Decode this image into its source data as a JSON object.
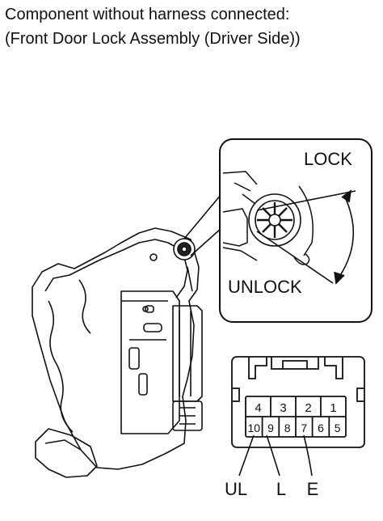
{
  "caption": {
    "line1": "Component without harness connected:",
    "line2": "(Front Door Lock Assembly (Driver Side))"
  },
  "detail_view": {
    "lock_label": "LOCK",
    "unlock_label": "UNLOCK"
  },
  "connector": {
    "top_row": [
      "4",
      "3",
      "2",
      "1"
    ],
    "bottom_row": [
      "10",
      "9",
      "8",
      "7",
      "6",
      "5"
    ],
    "terminal_labels": [
      {
        "label": "UL",
        "pin": "10"
      },
      {
        "label": "L",
        "pin": "9"
      },
      {
        "label": "E",
        "pin": "7"
      }
    ]
  }
}
